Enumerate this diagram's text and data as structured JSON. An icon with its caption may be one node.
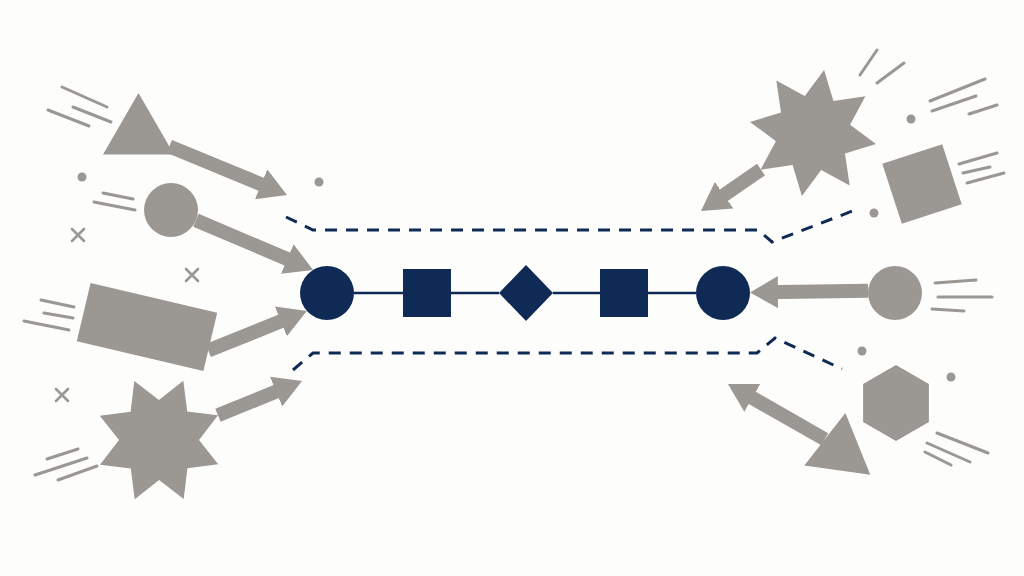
{
  "diagram": {
    "nodes": [
      {
        "text": [],
        "shape": "triangle"
      },
      {
        "text": [],
        "shape": "circle"
      },
      {
        "text": [],
        "shape": "box"
      },
      {
        "text": [],
        "shape": "star"
      },
      {
        "text": [],
        "shape": "circle"
      },
      {
        "text": [],
        "shape": "box"
      },
      {
        "text": [],
        "shape": "diamond"
      },
      {
        "text": [],
        "shape": "box"
      },
      {
        "text": [],
        "shape": "circle"
      },
      {
        "text": [],
        "shape": "star"
      },
      {
        "text": [],
        "shape": "box"
      },
      {
        "text": [],
        "shape": "circle"
      },
      {
        "text": [],
        "shape": "hexagon"
      },
      {
        "text": [],
        "shape": "triangle"
      }
    ],
    "edges": [
      {
        "from": 0,
        "to": null,
        "arrow": "to"
      },
      {
        "from": 1,
        "to": 4,
        "arrow": "to"
      },
      {
        "from": 2,
        "to": 4,
        "arrow": "to"
      },
      {
        "from": 3,
        "to": null,
        "arrow": "to"
      },
      {
        "from": 4,
        "to": 5,
        "arrow": "none",
        "color": "#0e2a55"
      },
      {
        "from": 5,
        "to": 6,
        "arrow": "none",
        "color": "#0e2a55"
      },
      {
        "from": 6,
        "to": 7,
        "arrow": "none",
        "color": "#0e2a55"
      },
      {
        "from": 7,
        "to": 8,
        "arrow": "none",
        "color": "#0e2a55"
      },
      {
        "from": 9,
        "to": null,
        "arrow": "to"
      },
      {
        "from": 11,
        "to": 8,
        "arrow": "to"
      },
      {
        "from": 13,
        "to": null,
        "arrow": "to"
      }
    ]
  }
}
